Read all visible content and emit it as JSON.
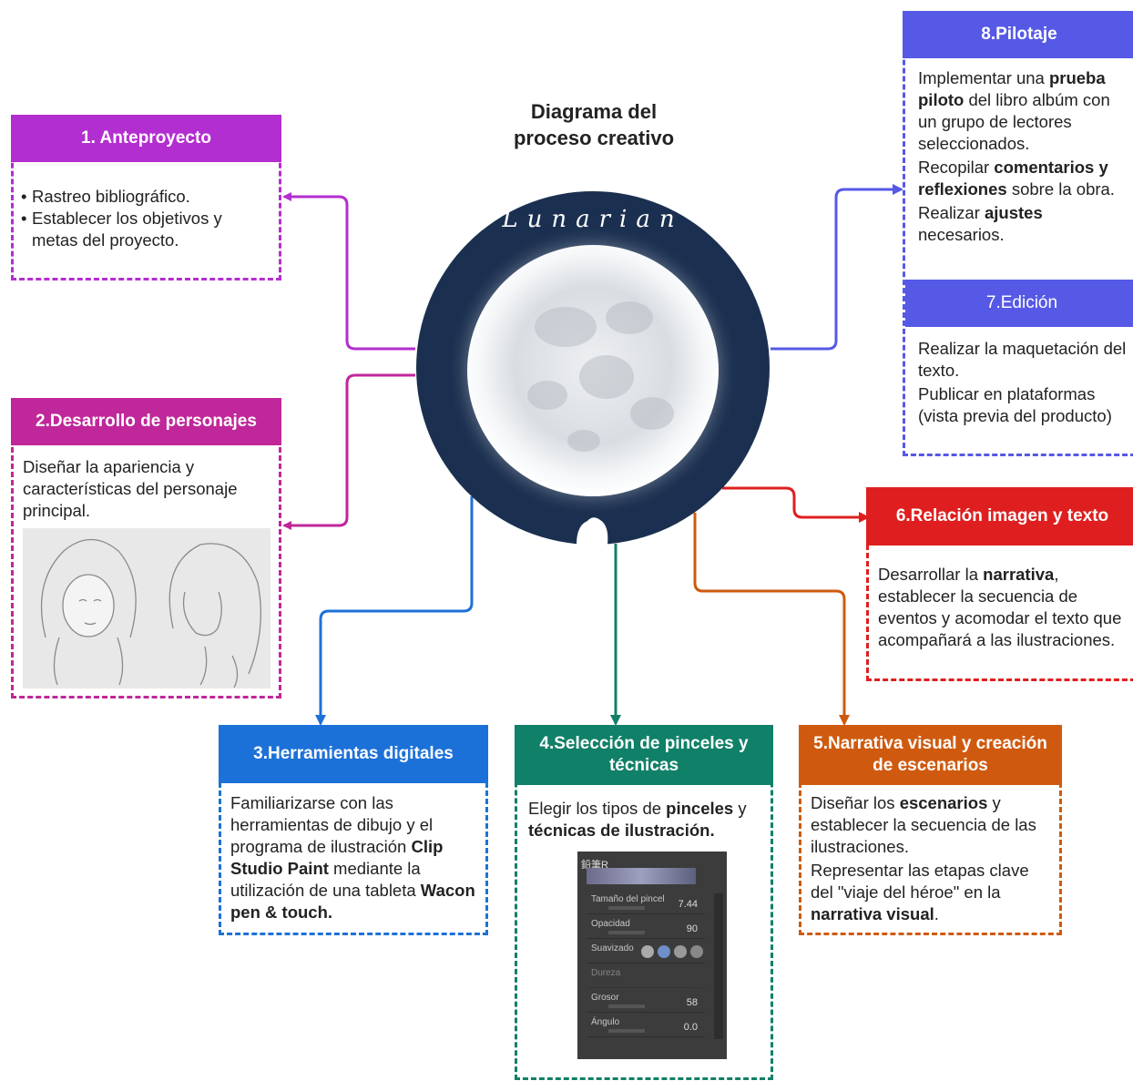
{
  "title": "Diagrama del proceso creativo",
  "moon_logo": "Lunarian",
  "colors": {
    "purple": "#b32ed0",
    "magenta": "#c0279a",
    "blue": "#1c71d8",
    "teal": "#118068",
    "orange": "#cf5a0f",
    "red": "#df1f1f",
    "indigo": "#5659e6",
    "moon_ring": "#1b3050"
  },
  "steps": {
    "s1": {
      "title": "1. Anteproyecto",
      "items": [
        "Rastreo bibliográfico.",
        "Establecer los objetivos y metas del proyecto."
      ]
    },
    "s2": {
      "title": "2.Desarrollo de personajes",
      "text": "Diseñar la apariencia y características del personaje principal."
    },
    "s3": {
      "title": "3.Herramientas digitales",
      "t1": "Familiarizarse con las herramientas de dibujo y el programa de ilustración ",
      "b1": "Clip Studio Paint",
      "t2": " mediante la utilización de una tableta ",
      "b2": "Wacon pen & touch."
    },
    "s4": {
      "title": "4.Selección de pinceles y técnicas",
      "t1": "Elegir los tipos de ",
      "b1": "pinceles",
      "t2": " y ",
      "b2": "técnicas de ilustración."
    },
    "s5": {
      "title": "5.Narrativa visual y creación de escenarios",
      "p1a": "Diseñar los ",
      "p1b": "escenarios",
      "p1c": " y establecer la secuencia de las ilustraciones.",
      "p2a": "Representar las etapas clave del \"viaje del héroe\" en la ",
      "p2b": "narrativa visual",
      "p2c": "."
    },
    "s6": {
      "title": "6.Relación imagen y texto",
      "a": "Desarrollar la ",
      "b": "narrativa",
      "c": ", establecer la secuencia de eventos y acomodar el texto que acompañará a las ilustraciones."
    },
    "s7": {
      "title": "7.Edición",
      "p1": "Realizar la maquetación del texto.",
      "p2": "Publicar en plataformas (vista previa del producto)"
    },
    "s8": {
      "title": "8.Pilotaje",
      "p1a": "Implementar una ",
      "p1b": "prueba piloto",
      "p1c": " del libro albúm con un grupo de lectores seleccionados.",
      "p2a": "Recopilar ",
      "p2b": "comentarios y reflexiones",
      "p2c": " sobre la obra.",
      "p3a": "Realizar ",
      "p3b": "ajustes",
      "p3c": " necesarios."
    }
  },
  "brush_panel": {
    "tab": "鉛筆R",
    "rows": [
      {
        "label": "Tamaño del pincel",
        "value": "7.44"
      },
      {
        "label": "Opacidad",
        "value": "90"
      },
      {
        "label": "Suavizado",
        "value": ""
      },
      {
        "label": "Dureza",
        "value": ""
      },
      {
        "label": "Grosor",
        "value": "58"
      },
      {
        "label": "Ángulo",
        "value": "0.0"
      }
    ]
  }
}
